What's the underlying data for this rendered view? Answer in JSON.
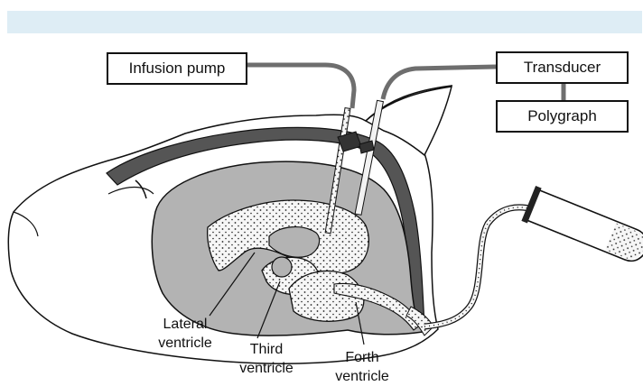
{
  "boxes": {
    "infusion_pump": "Infusion pump",
    "transducer": "Transducer",
    "polygraph": "Polygraph"
  },
  "labels": {
    "lateral_ventricle": [
      "Lateral",
      "ventricle"
    ],
    "third_ventricle": [
      "Third",
      "ventricle"
    ],
    "forth_ventricle": [
      "Forth",
      "ventricle"
    ]
  },
  "colors": {
    "band": "#deedf5",
    "tubing": "#6e6e6e",
    "skull": "#555555",
    "brain": "#b3b3b3",
    "ventricle_fill": "#f6f6f6"
  }
}
